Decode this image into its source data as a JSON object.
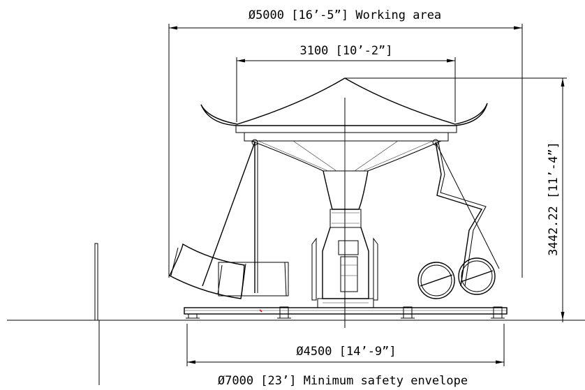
{
  "dimensions": {
    "working_area": "Ø5000 [16’-5”] Working area",
    "top_width": "3100 [10’-2”]",
    "height": "3442.22 [11’-4”]",
    "base_width": "Ø4500 [14’-9”]",
    "safety_envelope": "Ø7000 [23’] Minimum safety envelope"
  },
  "colors": {
    "line": "#000000",
    "accent": "#d40000"
  }
}
